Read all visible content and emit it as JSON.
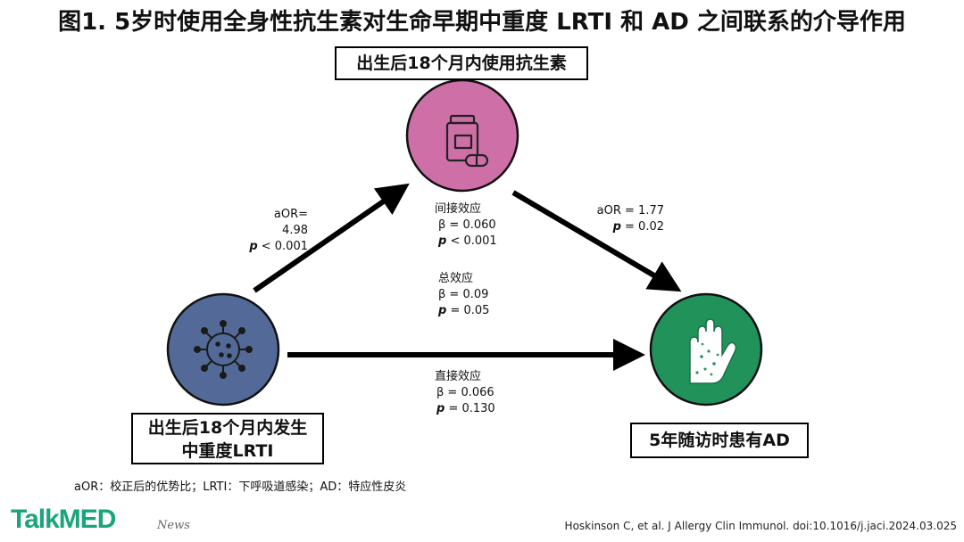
{
  "title": "图1. 5岁时使用全身性抗生素对生命早期中重度 LRTI 和 AD 之间联系的介导作用",
  "nodes": {
    "mediator": {
      "label": "出生后18个月内使用抗生素",
      "color": "#cf6fa8"
    },
    "exposure": {
      "label_line1": "出生后18个月内发生",
      "label_line2": "中重度LRTI",
      "color": "#536a98"
    },
    "outcome": {
      "label": "5年随访时患有AD",
      "color": "#21925a"
    }
  },
  "paths": {
    "a": {
      "aor": "aOR= 4.98",
      "p_sym": "p",
      "p_val": " < 0.001"
    },
    "b": {
      "aor": "aOR = 1.77",
      "p_sym": "p",
      "p_val": " = 0.02"
    }
  },
  "effects": {
    "indirect": {
      "label": "间接效应",
      "beta": "β = 0.060",
      "p_sym": "p",
      "p_val": " < 0.001"
    },
    "total": {
      "label": "总效应",
      "beta": "β = 0.09",
      "p_sym": "p",
      "p_val": " = 0.05"
    },
    "direct": {
      "label": "直接效应",
      "beta": "β = 0.066",
      "p_sym": "p",
      "p_val": " = 0.130"
    }
  },
  "footnote": "aOR：校正后的优势比；LRTI：下呼吸道感染；AD：特应性皮炎",
  "brand": {
    "name": "TalkMED",
    "tag": "News"
  },
  "citation": "Hoskinson C, et al. J Allergy Clin Immunol. doi:10.1016/j.jaci.2024.03.025",
  "icons": [
    "medicine-bottle-icon",
    "virus-icon",
    "hand-rash-icon"
  ]
}
